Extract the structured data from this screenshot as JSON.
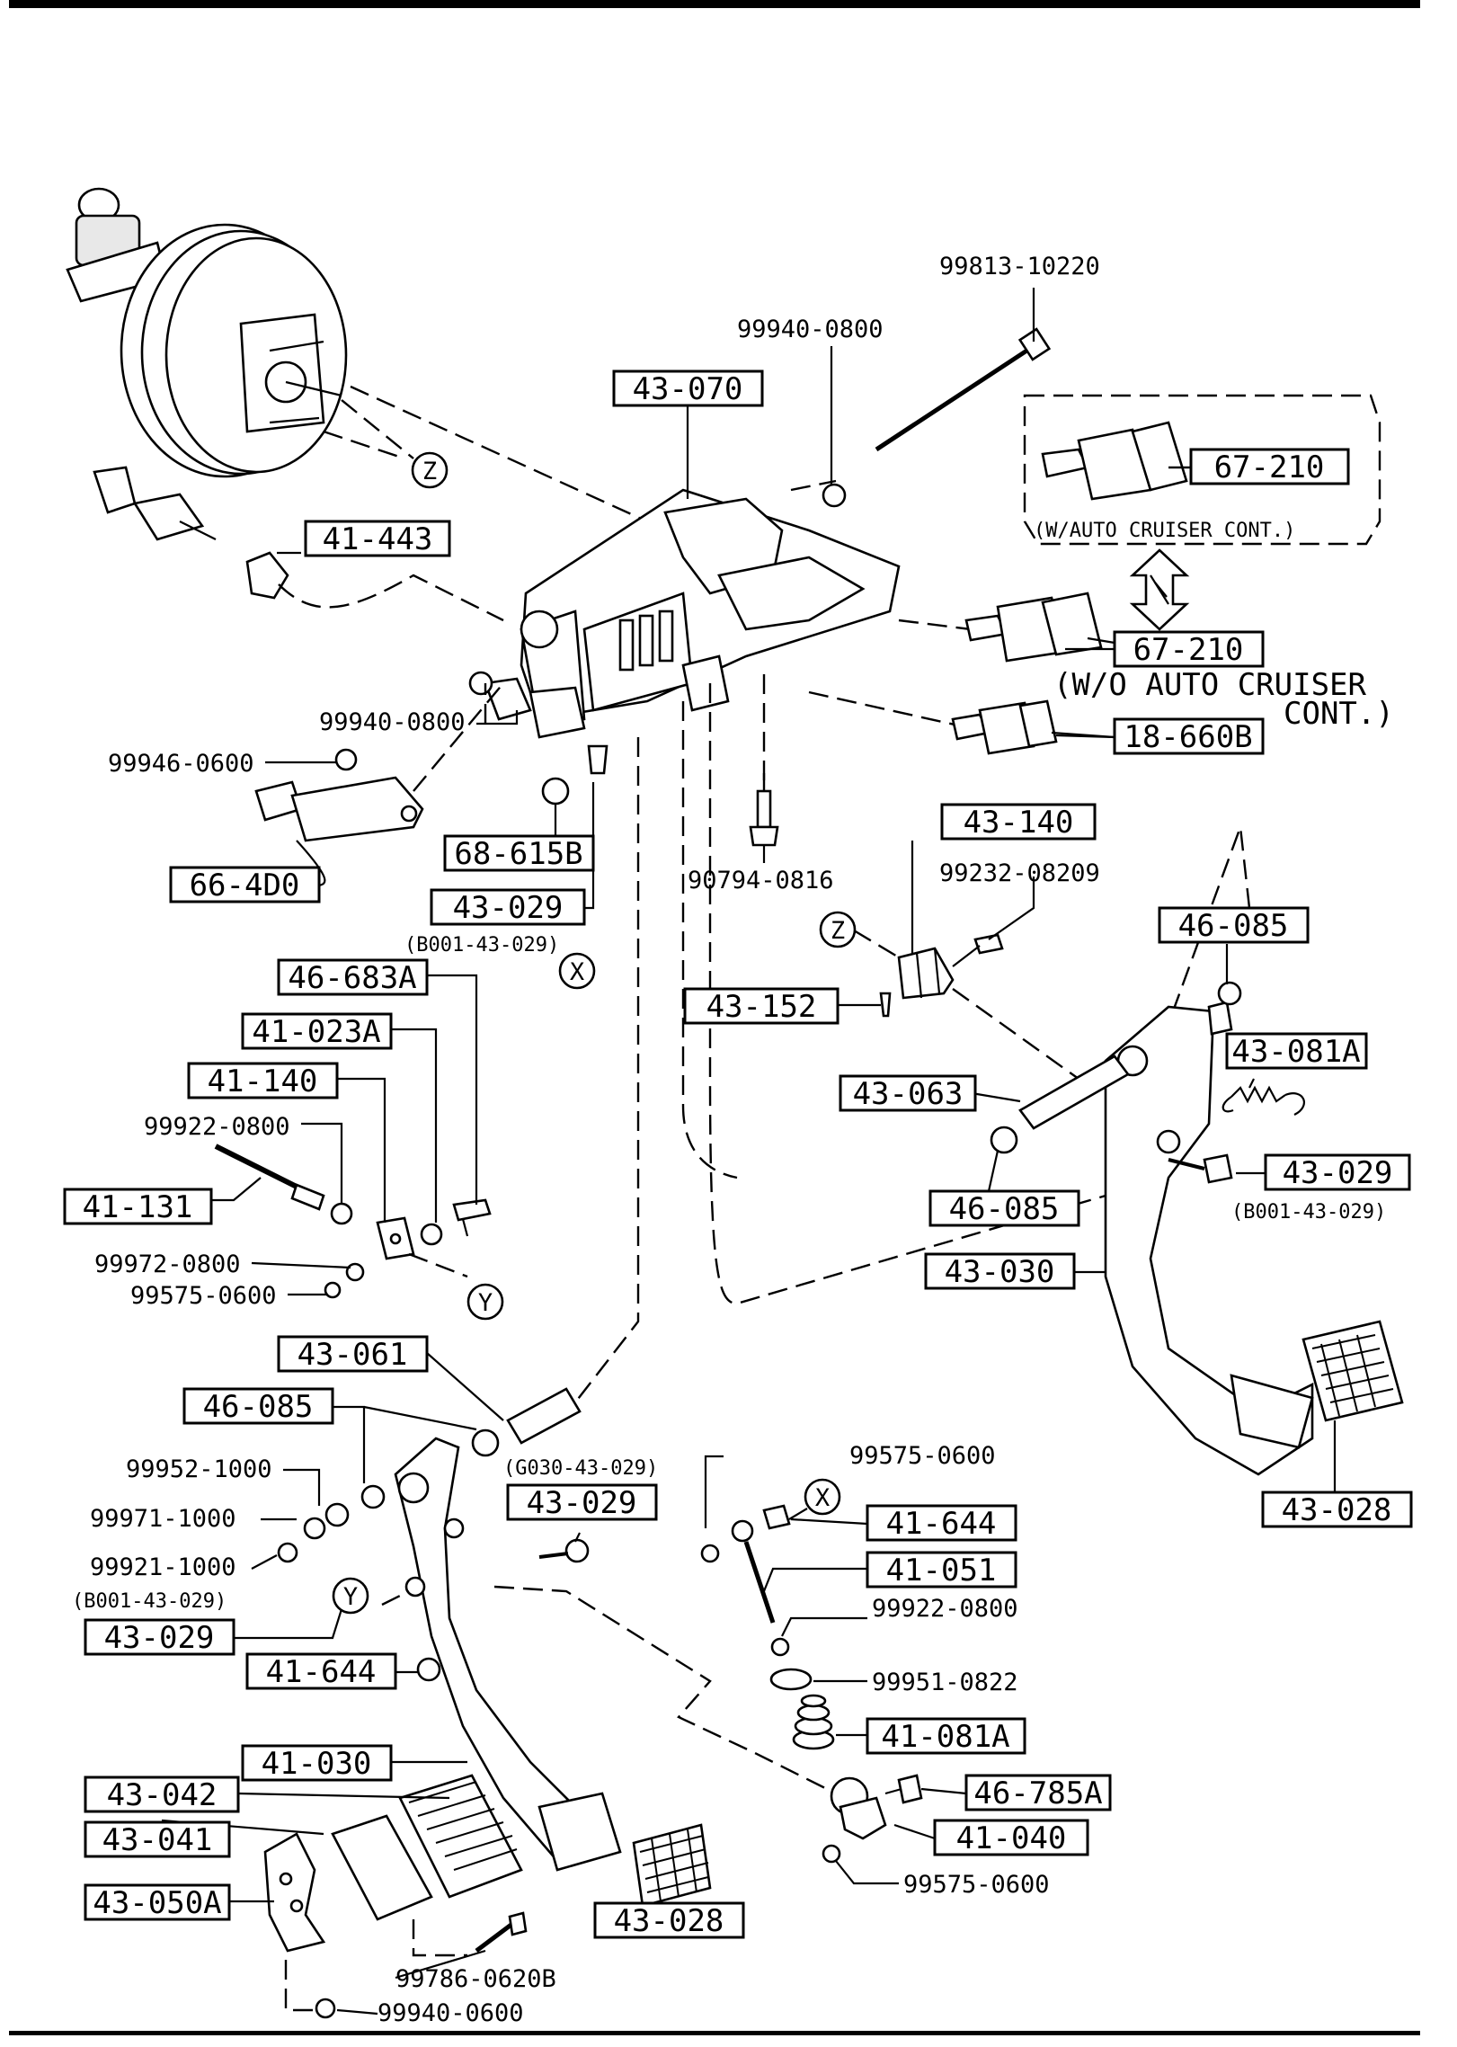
{
  "labels": {
    "l_99813_10220": "99813-10220",
    "l_99940_0800_top": "99940-0800",
    "b_43_070": "43-070",
    "b_67_210_a": "67-210",
    "note_w_auto": "(W/AUTO CRUISER CONT.)",
    "b_41_443": "41-443",
    "b_67_210_b": "67-210",
    "note_wo_auto_1": "(W/O AUTO CRUISER",
    "note_wo_auto_2": "CONT.)",
    "l_99940_0800_mid": "99940-0800",
    "b_18_660b": "18-660B",
    "l_99946_0600": "99946-0600",
    "b_68_615b": "68-615B",
    "b_66_4d0": "66-4D0",
    "b_43_029_a": "43-029",
    "note_b001_a": "(B001-43-029)",
    "l_90794_0816": "90794-0816",
    "b_43_140": "43-140",
    "l_99232_08209": "99232-08209",
    "b_46_085_a": "46-085",
    "b_46_683a": "46-683A",
    "b_41_023a": "41-023A",
    "b_43_152": "43-152",
    "b_43_081a": "43-081A",
    "b_41_140": "41-140",
    "b_43_063": "43-063",
    "l_99922_0800_a": "99922-0800",
    "b_43_029_b": "43-029",
    "note_b001_b": "(B001-43-029)",
    "b_41_131": "41-131",
    "b_46_085_b": "46-085",
    "l_99972_0800": "99972-0800",
    "b_43_030": "43-030",
    "l_99575_0600_a": "99575-0600",
    "b_43_061": "43-061",
    "b_46_085_c": "46-085",
    "l_99575_0600_b": "99575-0600",
    "l_99952_1000": "99952-1000",
    "note_g030": "(G030-43-029)",
    "b_43_029_c": "43-029",
    "l_99971_1000": "99971-1000",
    "b_41_644_a": "41-644",
    "b_43_028_a": "43-028",
    "l_99921_1000": "99921-1000",
    "b_41_051": "41-051",
    "note_b001_c": "(B001-43-029)",
    "l_99922_0800_b": "99922-0800",
    "b_43_029_d": "43-029",
    "b_41_644_b": "41-644",
    "l_99951_0822": "99951-0822",
    "b_41_081a": "41-081A",
    "b_41_030": "41-030",
    "b_46_785a": "46-785A",
    "b_43_042": "43-042",
    "b_41_040": "41-040",
    "b_43_041": "43-041",
    "l_99575_0600_c": "99575-0600",
    "b_43_050a": "43-050A",
    "b_43_028_b": "43-028",
    "l_99786_0620b": "99786-0620B",
    "l_99940_0600": "99940-0600"
  },
  "markers": {
    "z": "Z",
    "x": "X",
    "y": "Y"
  }
}
